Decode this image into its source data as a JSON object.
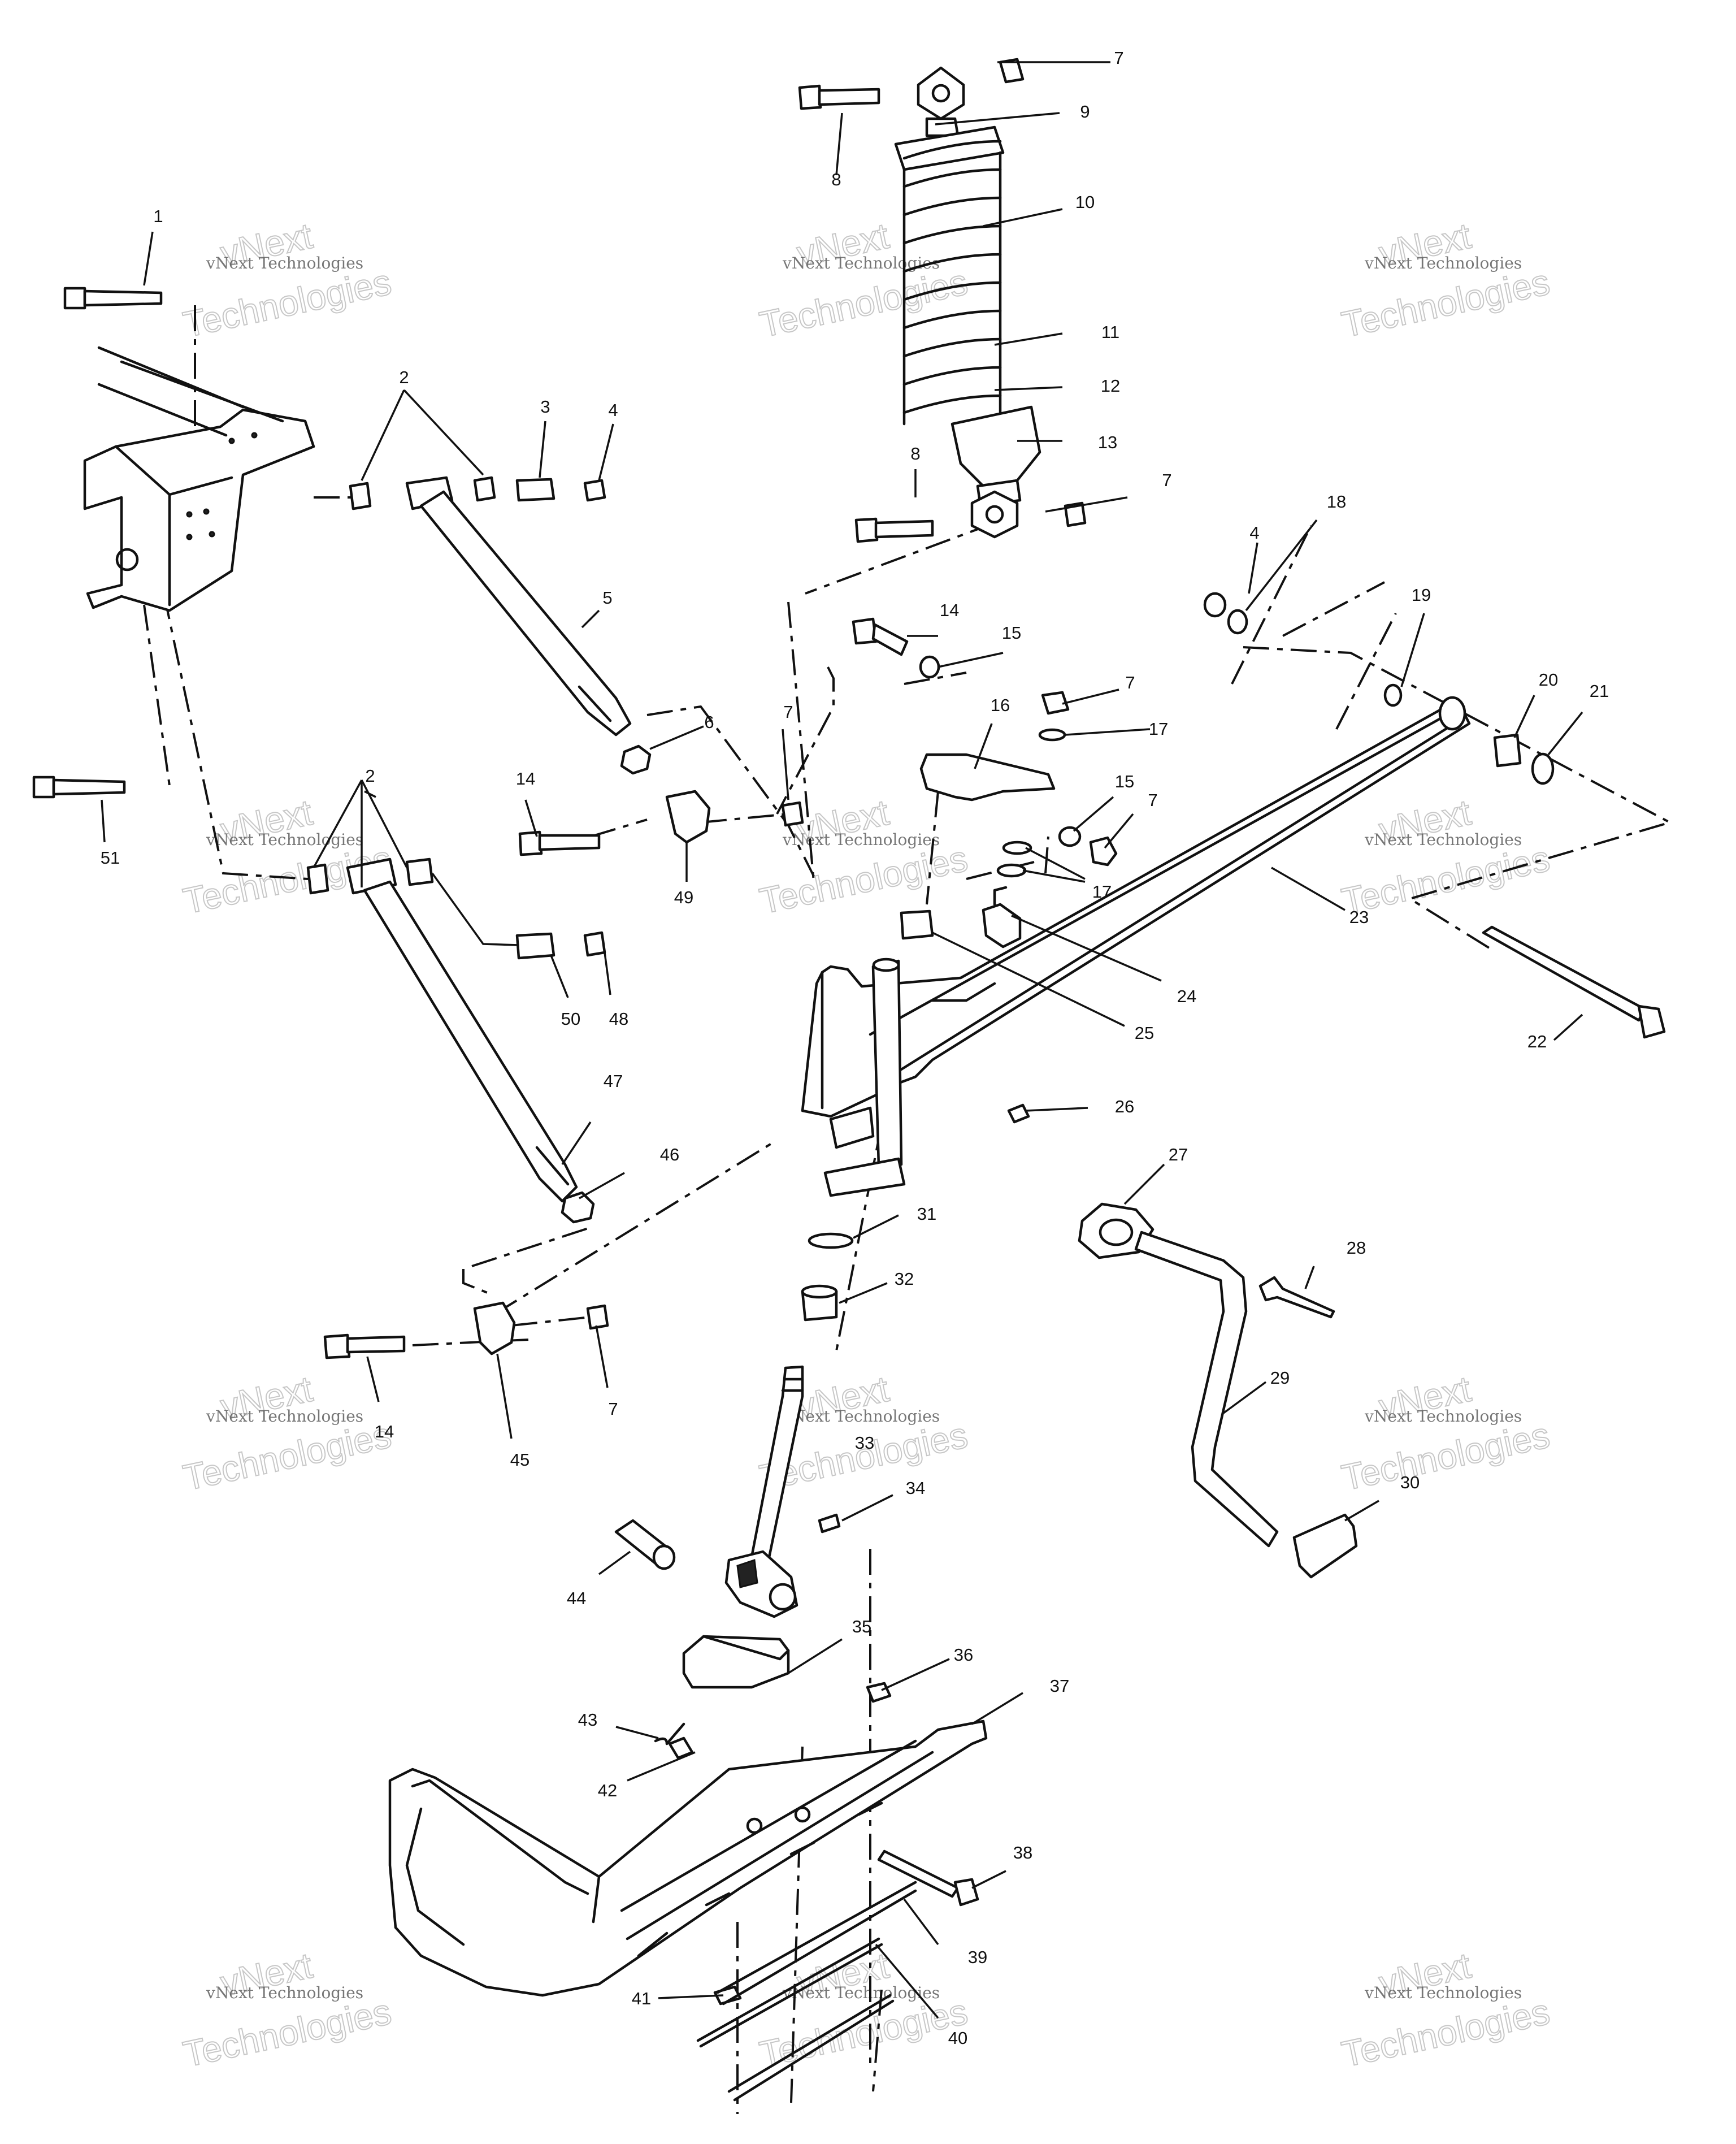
{
  "watermark": {
    "brand_line": "vNext",
    "company_line": "vNext Technologies",
    "outline_line": "Technologies"
  },
  "callouts": {
    "c1": "1",
    "c2a": "2",
    "c2b": "2",
    "c3": "3",
    "c4a": "4",
    "c4b": "4",
    "c5": "5",
    "c6": "6",
    "c7a": "7",
    "c7b": "7",
    "c7c": "7",
    "c7d": "7",
    "c7e": "7",
    "c7f": "7",
    "c8a": "8",
    "c8b": "8",
    "c9": "9",
    "c10": "10",
    "c11": "11",
    "c12": "12",
    "c13": "13",
    "c14a": "14",
    "c14b": "14",
    "c14c": "14",
    "c15a": "15",
    "c15b": "15",
    "c16": "16",
    "c17a": "17",
    "c17b": "17",
    "c18": "18",
    "c19": "19",
    "c20": "20",
    "c21": "21",
    "c22": "22",
    "c23": "23",
    "c24": "24",
    "c25": "25",
    "c26": "26",
    "c27": "27",
    "c28": "28",
    "c29": "29",
    "c30": "30",
    "c31": "31",
    "c32": "32",
    "c33": "33",
    "c34": "34",
    "c35": "35",
    "c36": "36",
    "c37": "37",
    "c38": "38",
    "c39": "39",
    "c40": "40",
    "c41": "41",
    "c42": "42",
    "c43": "43",
    "c44": "44",
    "c45": "45",
    "c46": "46",
    "c47": "47",
    "c48": "48",
    "c49": "49",
    "c50": "50",
    "c51": "51"
  }
}
